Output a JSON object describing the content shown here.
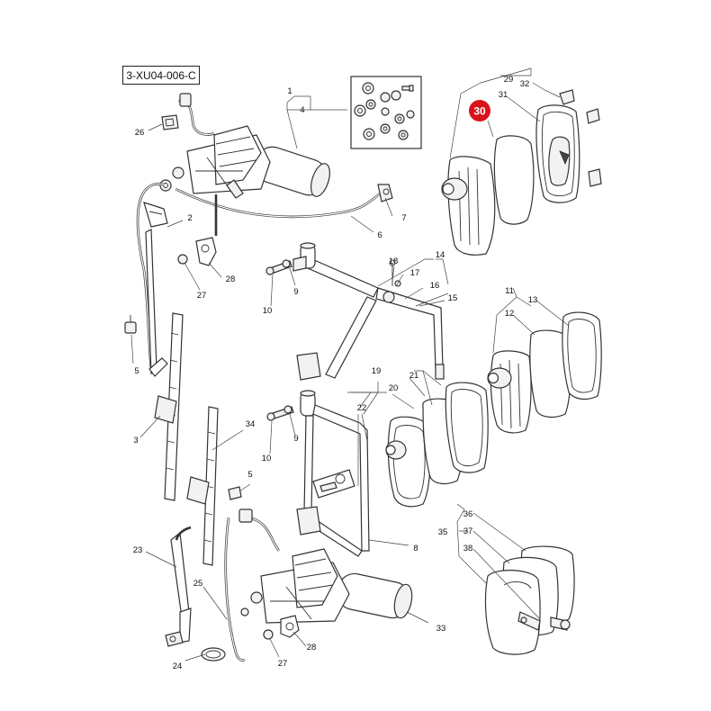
{
  "diagram": {
    "reference_code": "3-XU04-006-C",
    "highlight": {
      "label": "30",
      "color": "#d9131b"
    },
    "callouts": [
      "1",
      "2",
      "3",
      "4",
      "5",
      "6",
      "7",
      "8",
      "9",
      "10",
      "11",
      "12",
      "13",
      "14",
      "15",
      "16",
      "17",
      "18",
      "19",
      "20",
      "21",
      "22",
      "23",
      "24",
      "25",
      "26",
      "27",
      "28",
      "29",
      "31",
      "32",
      "33",
      "34",
      "35",
      "36",
      "37",
      "38"
    ]
  }
}
